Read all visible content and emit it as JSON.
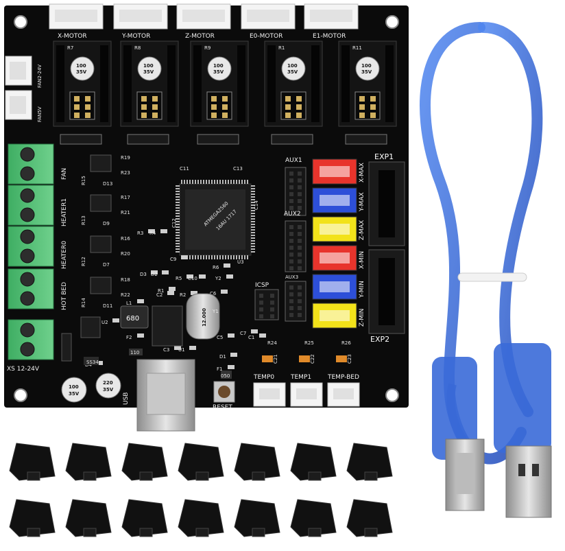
{
  "board": {
    "motor_labels": [
      "X-MOTOR",
      "Y-MOTOR",
      "Z-MOTOR",
      "E0-MOTOR",
      "E1-MOTOR"
    ],
    "resistor_labels": [
      "R7",
      "R8",
      "R9",
      "R1",
      "R11"
    ],
    "driver_cap_text": [
      "100",
      "35V"
    ],
    "fan_labels": [
      "FAN2-24V",
      "FAN5V"
    ],
    "mosfet_labels": [
      "R19",
      "R23",
      "R15",
      "D13",
      "R17",
      "R21",
      "R13",
      "D9",
      "R16",
      "R20",
      "R12",
      "D7",
      "R18",
      "R22",
      "R14",
      "D11"
    ],
    "terminal_labels": [
      "FAN",
      "HEATER1",
      "HEATER0",
      "HOT BED"
    ],
    "power_label": "XS 12-24V",
    "mcu_text": [
      "ATMEGA2560",
      "16AU 1717"
    ],
    "mcu_ref": "U3",
    "cap_labels": [
      "C11",
      "C13",
      "C14",
      "C12"
    ],
    "aux_labels": [
      "AUX1",
      "AUX2",
      "AUX3",
      "ICSP"
    ],
    "endstop_labels": [
      "X-MAX",
      "Y-MAX",
      "Z-MAX",
      "X-MIN",
      "Y-MIN",
      "Z-MIN"
    ],
    "exp_labels": [
      "EXP1",
      "EXP2"
    ],
    "crystal_text": "12.000",
    "crystal_ref": "Y1",
    "small_labels": [
      "R3",
      "R4",
      "D3",
      "D2",
      "R6",
      "Y2",
      "R5",
      "C10",
      "C9",
      "C6",
      "C2",
      "R2",
      "R1",
      "U1",
      "C3",
      "L1",
      "F2",
      "D1",
      "F1",
      "U2",
      "D4",
      "C5",
      "C1",
      "C7"
    ],
    "inductor_text": "680",
    "fuse_text": [
      "110",
      "050"
    ],
    "temp_resistors": [
      "R24",
      "R25",
      "R26"
    ],
    "temp_caps": [
      "C21",
      "C22",
      "C23"
    ],
    "temp_labels": [
      "TEMP0",
      "TEMP1",
      "TEMP-BED"
    ],
    "usb_label": "USB",
    "reset_label": "RESET",
    "bottom_caps": [
      [
        "100",
        "35V"
      ],
      [
        "220",
        "35V"
      ]
    ],
    "chip_text": "SS34"
  },
  "jumpers": {
    "count": 14,
    "rows": 2,
    "per_row": 7
  },
  "cable": {
    "color": "#2f5fd0"
  }
}
